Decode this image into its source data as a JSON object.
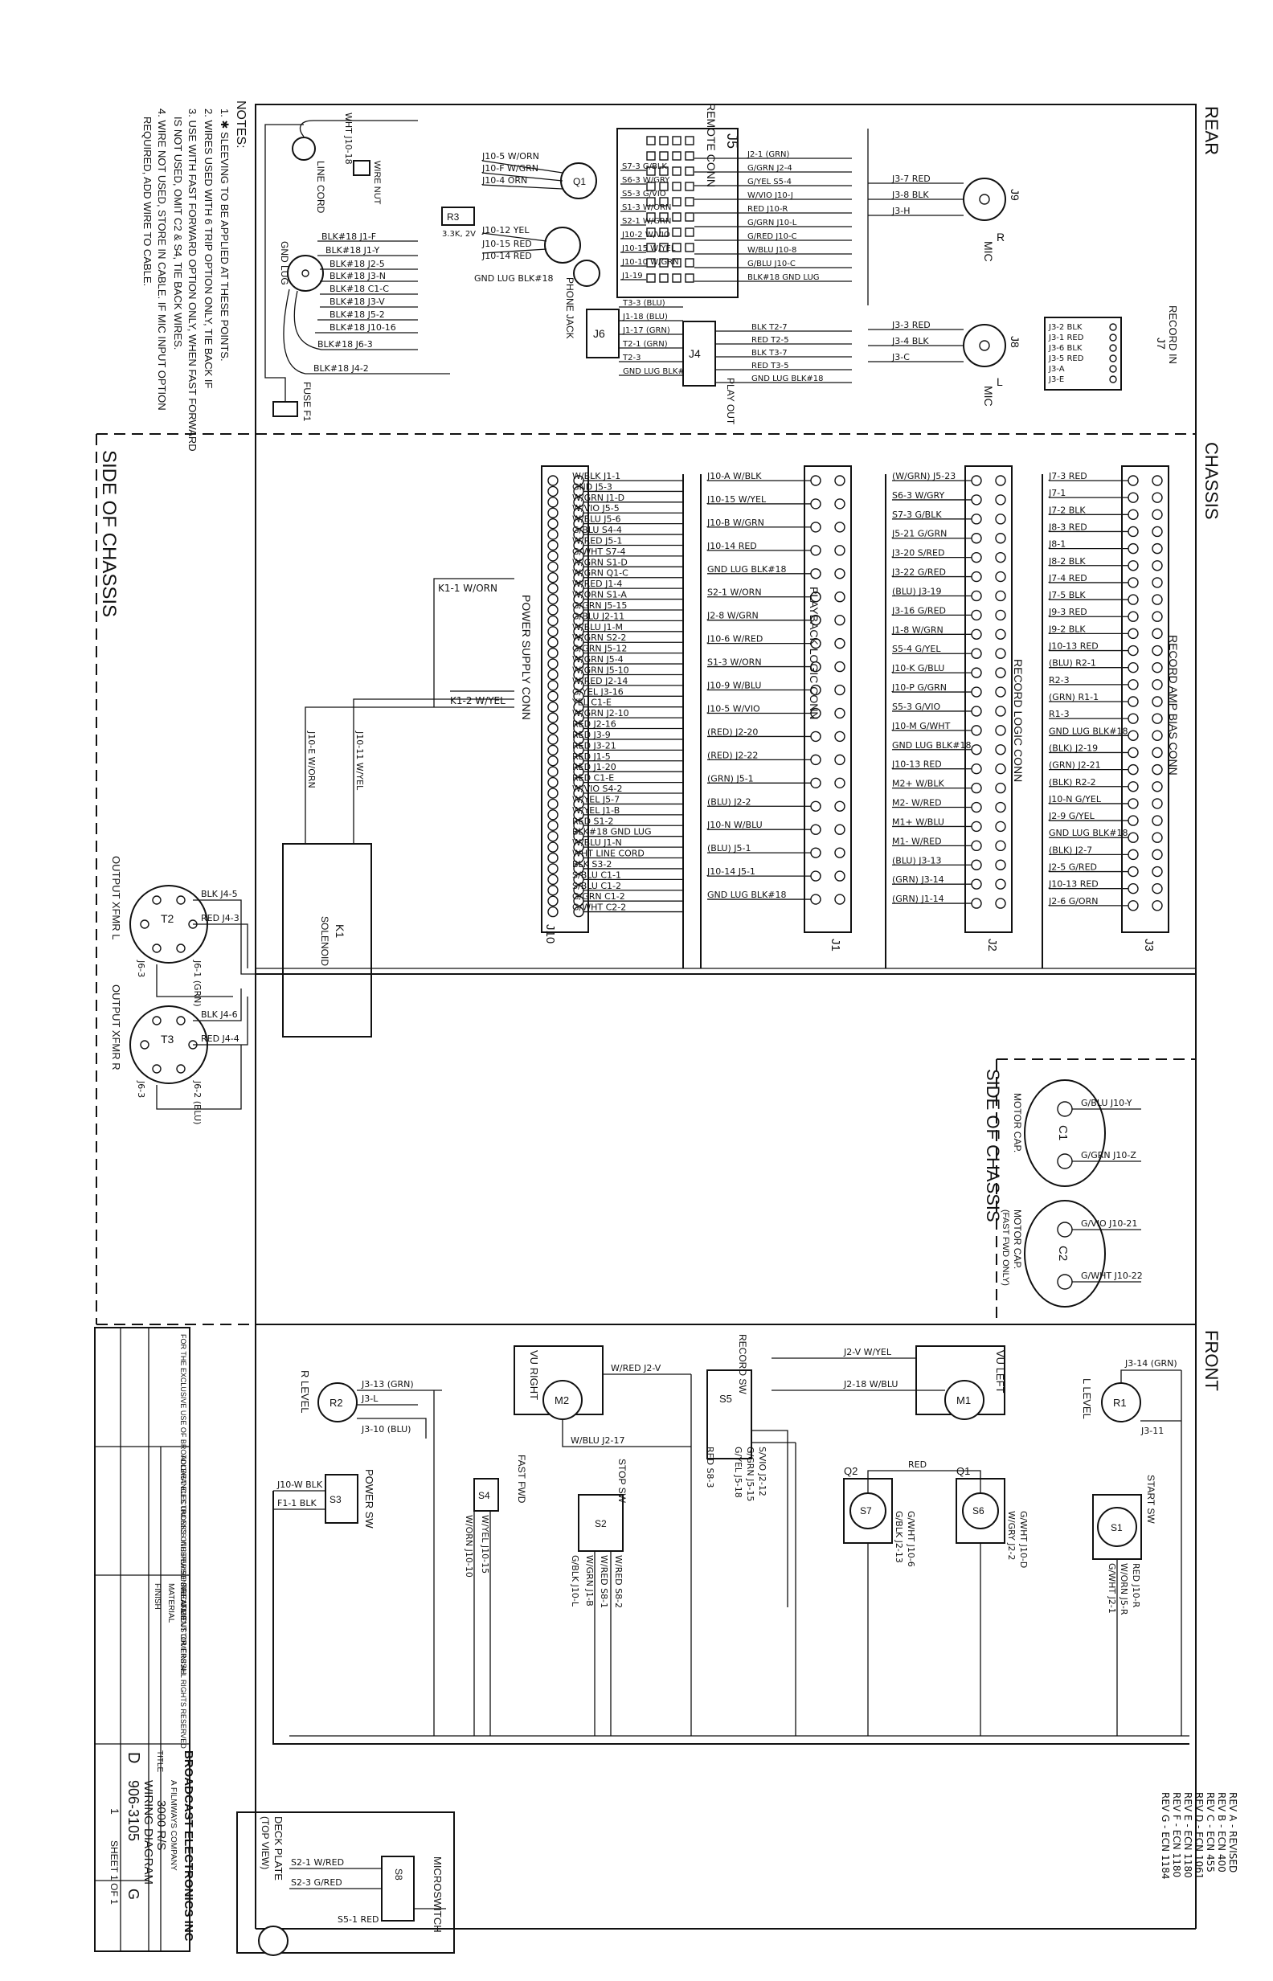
{
  "sections": {
    "rear": "REAR",
    "chassis": "CHASSIS",
    "front": "FRONT",
    "side_of_chassis": "SIDE OF CHASSIS",
    "side_of_chassis_lower": "SIDE OF CHASSIS"
  },
  "notes": {
    "title": "NOTES:",
    "lines": [
      "1. ✱ SLEEVING TO BE APPLIED AT THESE POINTS.",
      "2. WIRES USED WITH 6 TRIP OPTION ONLY, TIE BACK IF",
      "3. USE WITH FAST FORWARD OPTION ONLY, WHEN FAST FORWARD",
      "IS NOT USED, OMIT C2 & S4, TIE BACK WIRES.",
      "4. WIRE NOT USED, STORE IN CABLE. IF MIC INPUT OPTION",
      "REQUIRED, ADD WIRE TO CABLE."
    ]
  },
  "connectors": {
    "J10": {
      "name": "J10",
      "title": "POWER SUPPLY CONN",
      "wires": [
        "W/BLK J1-1",
        "GND J5-3",
        "W/GRN J1-D",
        "W/VIO J5-5",
        "W/BLU J5-6",
        "G/BLU S4-4",
        "W/RED J5-1",
        "G/WHT S7-4",
        "W/GRN S1-D",
        "W/GRN Q1-C",
        "W/RED J1-4",
        "W/ORN S1-A",
        "G/GRN J5-15",
        "G/BLU J2-11",
        "W/BLU J1-M",
        "W/GRN S2-2",
        "G/GRN J5-12",
        "W/GRN J5-4",
        "W/GRN J5-10",
        "W/RED J2-14",
        "G/YEL J3-16",
        "YEL C1-E",
        "W/GRN J2-10",
        "RED J2-16",
        "RED J3-9",
        "RED J3-21",
        "RED J1-5",
        "RED J1-20",
        "RED C1-E",
        "W/VIO S4-2",
        "W/YEL J5-7",
        "W/YEL J1-B",
        "RED S1-2",
        "BLK#18 GND LUG",
        "W/BLU J1-N",
        "WHT LINE CORD",
        "BLK S3-2",
        "S/BLU C1-1",
        "S/BLU C1-2",
        "G/GRN C1-2",
        "G/WHT C2-2"
      ]
    },
    "J1": {
      "name": "J1",
      "title": "PLAYBACK LOGIC CONN",
      "wires": [
        "J10-A W/BLK",
        "J10-15 W/YEL",
        "J10-B W/GRN",
        "J10-14 RED",
        "GND LUG BLK#18",
        "S2-1 W/ORN",
        "J2-8 W/GRN",
        "J10-6 W/RED",
        "S1-3 W/ORN",
        "J10-9 W/BLU",
        "J10-5 W/VIO",
        "(RED) J2-20",
        "(RED) J2-22",
        "(GRN) J5-1",
        "(BLU) J2-2",
        "J10-N W/BLU",
        "(BLU) J5-1",
        "J10-14 J5-1",
        "GND LUG BLK#18"
      ]
    },
    "J2": {
      "name": "J2",
      "title": "RECORD LOGIC CONN",
      "wires": [
        "(W/GRN) J5-23",
        "S6-3 W/GRY",
        "S7-3 G/BLK",
        "J5-21 G/GRN",
        "J3-20 S/RED",
        "J3-22 G/RED",
        "(BLU) J3-19",
        "J3-16 G/RED",
        "J1-8 W/GRN",
        "S5-4 G/YEL",
        "J10-K G/BLU",
        "J10-P G/GRN",
        "S5-3 G/VIO",
        "J10-M G/WHT",
        "GND LUG BLK#18",
        "J10-13 RED",
        "M2+ W/BLK",
        "M2- W/RED",
        "M1+ W/BLU",
        "M1- W/RED",
        "(BLU) J3-13",
        "(GRN) J3-14",
        "(GRN) J1-14"
      ]
    },
    "J3": {
      "name": "J3",
      "title": "RECORD AMP BIAS CONN",
      "wires": [
        "J7-3 RED",
        "J7-1",
        "J7-2 BLK",
        "J8-3 RED",
        "J8-1",
        "J8-2 BLK",
        "J7-4 RED",
        "J7-5 BLK",
        "J9-3 RED",
        "J9-2 BLK",
        "J10-13 RED",
        "(BLU) R2-1",
        "R2-3",
        "(GRN) R1-1",
        "R1-3",
        "GND LUG BLK#18",
        "(BLK) J2-19",
        "(GRN) J2-21",
        "(BLK) R2-2",
        "J10-N G/YEL",
        "J2-9 G/YEL",
        "GND LUG BLK#18",
        "(BLK) J2-7",
        "J2-5 G/RED",
        "J10-13 RED",
        "J2-6 G/ORN"
      ]
    },
    "J5": {
      "name": "J5",
      "title": "REMOTE CONN",
      "left": [
        "S7-3 G/BLK",
        "S6-3 W/GRY",
        "S5-3 G/VIO",
        "S1-3 W/ORN",
        "S2-1 W/GRN",
        "J10-2 W/VIO",
        "J10-15 W/YEL",
        "J10-10 W/GRN",
        "J1-19"
      ],
      "right": [
        "J2-1 (GRN)",
        "G/GRN J2-4",
        "G/YEL S5-4",
        "W/VIO J10-J",
        "RED J10-R",
        "G/GRN J10-L",
        "G/RED J10-C",
        "W/BLU J10-8",
        "G/BLU J10-C",
        "BLK#18 GND LUG"
      ]
    },
    "J4": {
      "name": "J4",
      "title": "PLAY OUT",
      "wires": [
        "BLK T2-7",
        "RED T2-5",
        "BLK T3-7",
        "RED T3-5",
        "GND LUG BLK#18"
      ]
    },
    "J6": {
      "name": "J6",
      "title": "PHONE JACK",
      "wires": [
        "T3-3 (BLU)",
        "J1-18 (BLU)",
        "J1-17 (GRN)",
        "T2-1 (GRN)",
        "T2-3",
        "GND LUG BLK#18"
      ]
    },
    "J7": {
      "name": "J7",
      "title": "RECORD IN",
      "wires": [
        "J3-2 BLK",
        "J3-1 RED",
        "J3-6 BLK",
        "J3-5 RED",
        "J3-A",
        "J3-E"
      ]
    },
    "J8": {
      "name": "J8",
      "title": "MIC",
      "sub": "L",
      "wires": [
        "J3-3 RED",
        "J3-4 BLK",
        "J3-C"
      ]
    },
    "J9": {
      "name": "J9",
      "title": "MIC",
      "sub": "R",
      "wires": [
        "J3-7 RED",
        "J3-8 BLK",
        "J3-H"
      ]
    }
  },
  "rear_panel": {
    "line_cord": "LINE CORD",
    "wire_nut": "WIRE NUT",
    "fuse": "FUSE F1",
    "gnd_lug": "GND LUG",
    "r3": "R3",
    "r3_value": "3.3K, 2V",
    "q1": "Q1",
    "wht_j10": "WHT J10-18",
    "wires": [
      "BLK#18 J1-F",
      "BLK#18 J1-Y",
      "BLK#18 J2-5",
      "BLK#18 J3-N",
      "BLK#18 C1-C",
      "BLK#18 J3-V",
      "BLK#18 J5-2",
      "BLK#18 J10-16",
      "BLK#18 J6-3",
      "BLK#18 J4-2"
    ],
    "to_q1": [
      "J10-5 W/ORN",
      "J10-F W/GRN",
      "J10-4 ORN",
      "J10-12 YEL",
      "J10-14 RED",
      "J10-15 RED",
      "GND LUG BLK#18"
    ]
  },
  "chassis_side": {
    "k1": "K1",
    "k1_label": "SOLENOID",
    "k1_wires": [
      "K1-1 W/ORN",
      "K1-2 W/YEL",
      "J10-E W/ORN",
      "J10-11 W/YEL"
    ],
    "xfmr_l": "OUTPUT XFMR L",
    "xfmr_r": "OUTPUT XFMR R",
    "t2": "T2",
    "t3": "T3",
    "xfmr_l_wires": [
      "BLK J4-5",
      "RED J4-3",
      "J6-3",
      "J6-1 (GRN)"
    ],
    "xfmr_r_wires": [
      "BLK J4-6",
      "RED J4-4",
      "J6-3",
      "J6-2 (BLU)"
    ]
  },
  "motor_caps": {
    "c1": "C1",
    "c1_label": "MOTOR CAP.",
    "c1_wires": [
      "G/BLU J10-Y",
      "G/GRN J10-Z"
    ],
    "c2": "C2",
    "c2_label": "MOTOR CAP.",
    "c2_sub": "(FAST FWD ONLY)",
    "c2_wires": [
      "G/VIO J10-21",
      "G/WHT J10-22"
    ]
  },
  "front_panel": {
    "r_level": "R LEVEL",
    "l_level": "L LEVEL",
    "r2": "R2",
    "r1": "R1",
    "vu_right": "VU RIGHT",
    "vu_left": "VU LEFT",
    "m2": "M2",
    "m1": "M1",
    "record_sw": "RECORD SW",
    "power_sw": "POWER SW",
    "fast_fwd": "FAST FWD",
    "stop_sw": "STOP SW",
    "start_sw": "START SW",
    "q2": "Q2",
    "q1": "Q1",
    "s1": "S1",
    "s2": "S2",
    "s3": "S3",
    "s4": "S4",
    "s5": "S5",
    "s6": "S6",
    "s7": "S7",
    "wires": [
      "J3-13 (GRN)",
      "J3-L",
      "J3-10 (BLU)",
      "W/RED J2-V",
      "W/BLU J2-17",
      "J2-V W/YEL",
      "J2-18 W/BLU",
      "J3-14 (GRN)",
      "J3-11",
      "S/VIO J2-12",
      "G/GRN J5-15",
      "G/YEL J5-18",
      "RED S8-3",
      "J10-W BLK",
      "F1-1 BLK",
      "W/ORN J10-10",
      "W/YEL J10-15",
      "W/GRN J1-B",
      "G/BLK J10-L",
      "W/RED S8-1",
      "W/RED S8-2",
      "G/BLK J2-13",
      "G/WHT J10-6",
      "W/GRY J2-2",
      "G/WHT J10-D",
      "RED J10-R",
      "W/ORN J5-R",
      "G/WHT J2-1",
      "RED"
    ]
  },
  "deck_plate": {
    "title": "DECK PLATE",
    "sub": "(TOP VIEW)",
    "s8": "S8",
    "microswitch": "MICROSWITCH",
    "wires": [
      "S2-1 W/RED",
      "S2-3 G/RED",
      "S5-1 RED"
    ]
  },
  "revisions": [
    "REV A - REVISED",
    "REV B - ECN 400",
    "REV C - ECN 455",
    "REV D - ECN 1061",
    "REV E - ECN 1180",
    "REV F - ECN 1180",
    "REV G - ECN 1184"
  ],
  "title_block": {
    "company": "BROADCAST ELECTRONICS INC",
    "subsidiary": "A FILMWAYS COMPANY",
    "title_label": "TITLE",
    "product": "3000 R/S",
    "title": "WIRING DIAGRAM",
    "size": "D",
    "drawing_number": "906-3105",
    "rev": "G",
    "sheet": "SHEET 1 OF 1",
    "scale": "1",
    "proprietary": "FOR THE EXCLUSIVE USE OF BROADCAST ELECTRONICS INC PERSONNEL AND CUSTOMERS ALL RIGHTS RESERVED",
    "tolerances": "TOLERANCES UNLESS OTHERWISE SPECIFIED",
    "material": "MATERIAL",
    "finish": "FINISH",
    "treatment": "TREATMENT OR FINISH"
  }
}
